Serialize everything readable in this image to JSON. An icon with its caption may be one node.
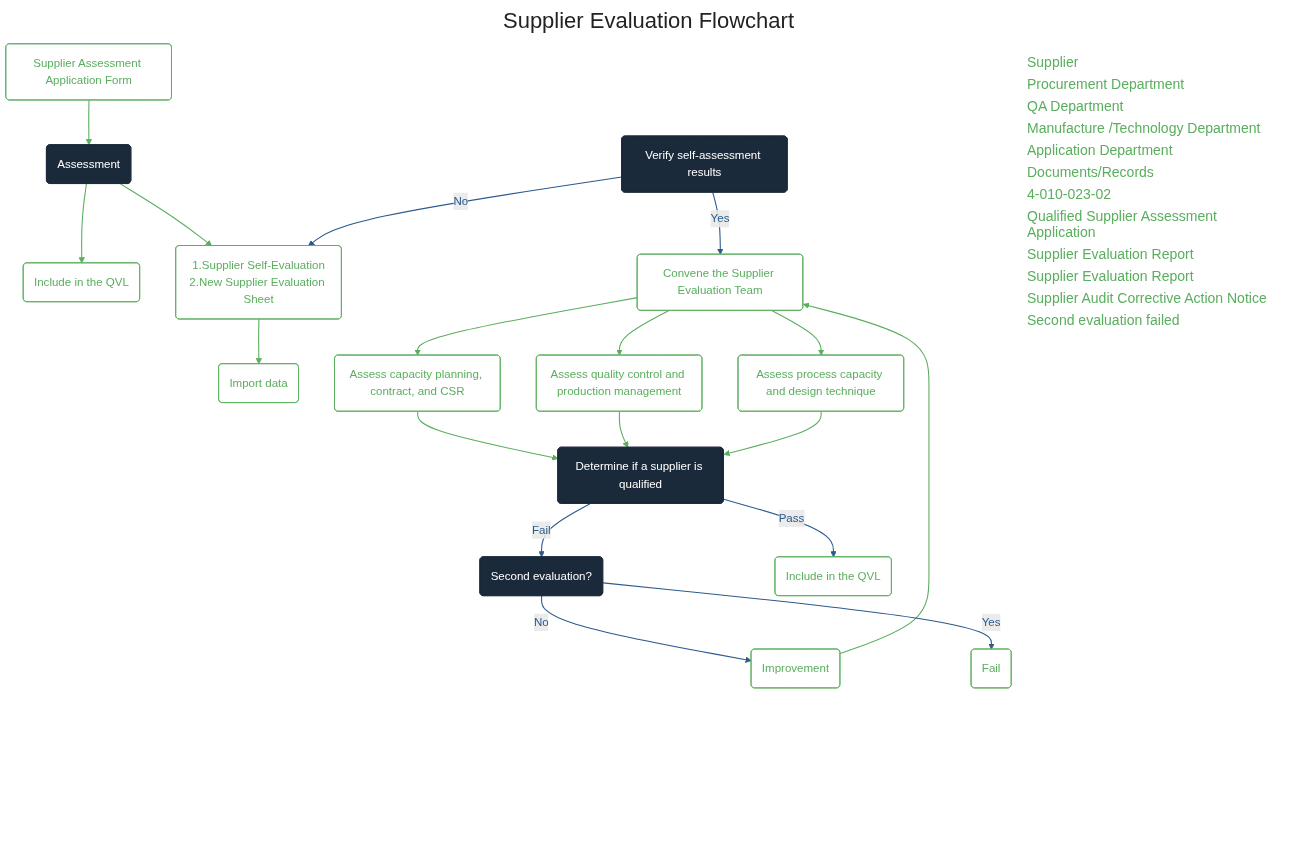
{
  "diagram": {
    "title": "Supplier Evaluation Flowchart",
    "nodes": [
      {
        "text": [
          "Assessment"
        ]
      },
      {
        "text": [
          "Supplier Assessment Application Form"
        ]
      },
      {
        "text": [
          "Include in the QVL"
        ]
      },
      {
        "text": [
          "1.Supplier Self-Evaluation",
          "2.New Supplier Evaluation Sheet"
        ]
      },
      {
        "text": [
          "Import data"
        ]
      },
      {
        "text": [
          "Verify self-assessment results"
        ]
      },
      {
        "text": [
          "Convene the Supplier Evaluation Team"
        ]
      },
      {
        "text": [
          "Assess capacity planning, contract, and CSR"
        ]
      },
      {
        "text": [
          "Assess quality control and production management"
        ]
      },
      {
        "text": [
          "Assess process capacity and design technique"
        ]
      },
      {
        "text": [
          "Improvement"
        ]
      },
      {
        "text": [
          "Second evaluation?"
        ]
      },
      {
        "text": [
          "Determine if a supplier is qualified"
        ]
      },
      {
        "text": [
          "Fail"
        ]
      },
      {
        "text": [
          "Include in the QVL"
        ]
      }
    ],
    "edges": [
      {
        "from": 1,
        "to": 0,
        "arrow": "to"
      },
      {
        "from": 0,
        "to": 2,
        "arrow": "to"
      },
      {
        "from": 0,
        "to": 3,
        "arrow": "to"
      },
      {
        "from": 3,
        "to": 4,
        "arrow": "to"
      },
      {
        "from": 5,
        "to": 3,
        "arrow": "to",
        "label": "No",
        "color": "#2c5a8c"
      },
      {
        "from": 5,
        "to": 6,
        "arrow": "to",
        "label": "Yes",
        "color": "#2c5a8c"
      },
      {
        "from": 10,
        "to": 6,
        "arrow": "to"
      },
      {
        "from": 6,
        "to": 7,
        "arrow": "to"
      },
      {
        "from": 6,
        "to": 8,
        "arrow": "to"
      },
      {
        "from": 6,
        "to": 9,
        "arrow": "to"
      },
      {
        "from": 7,
        "to": 12,
        "arrow": "to"
      },
      {
        "from": 8,
        "to": 12,
        "arrow": "to"
      },
      {
        "from": 9,
        "to": 12,
        "arrow": "to"
      },
      {
        "from": 12,
        "to": 11,
        "arrow": "to",
        "label": "Fail",
        "color": "#2c5a8c"
      },
      {
        "from": 12,
        "to": 14,
        "arrow": "to",
        "label": "Pass",
        "color": "#2c5a8c"
      },
      {
        "from": 11,
        "to": 10,
        "arrow": "to",
        "label": "No",
        "color": "#2c5a8c"
      },
      {
        "from": 11,
        "to": 13,
        "arrow": "to",
        "label": "Yes",
        "color": "#2c5a8c"
      }
    ],
    "labels": [
      "Supplier",
      "Procurement Department",
      "QA Department",
      "Manufacture /Technology Department",
      "Application Department",
      "Documents/Records",
      "4-010-023-02",
      "Qualified Supplier Assessment Application",
      "Supplier Evaluation Report",
      "Supplier Evaluation Report",
      "Supplier Audit Corrective Action Notice",
      "Second evaluation failed"
    ]
  }
}
